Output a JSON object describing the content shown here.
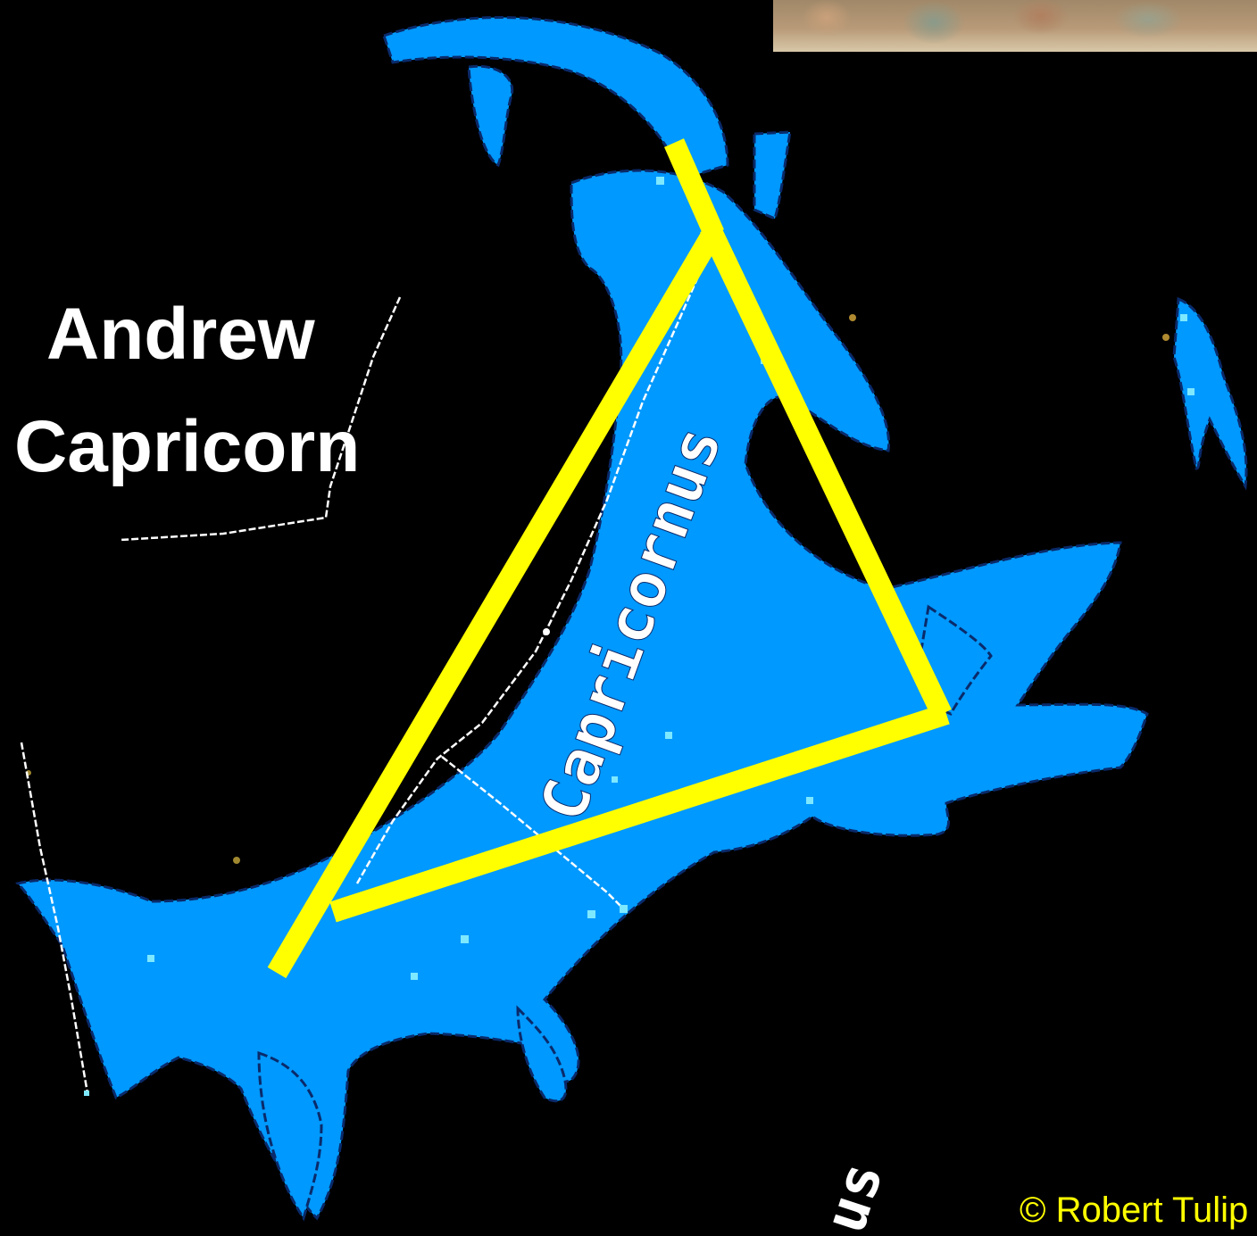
{
  "title": {
    "line1": "Andrew",
    "line2": "Capricorn"
  },
  "constellation_label": "Capricornus",
  "partial_label": "us",
  "copyright": "© Robert Tulip",
  "colors": {
    "background": "#000000",
    "figure_fill": "#0099ff",
    "figure_detail": "#0a2a6a",
    "triangle": "#ffff00",
    "title_text": "#ffffff",
    "label_text": "#ffffff",
    "copyright_text": "#ffff00",
    "star": "#7ee8ff"
  },
  "icons": {
    "figure": "capricorn-sea-goat-icon",
    "triangle": "triangle-icon",
    "painting": "painting-thumbnail-icon"
  }
}
